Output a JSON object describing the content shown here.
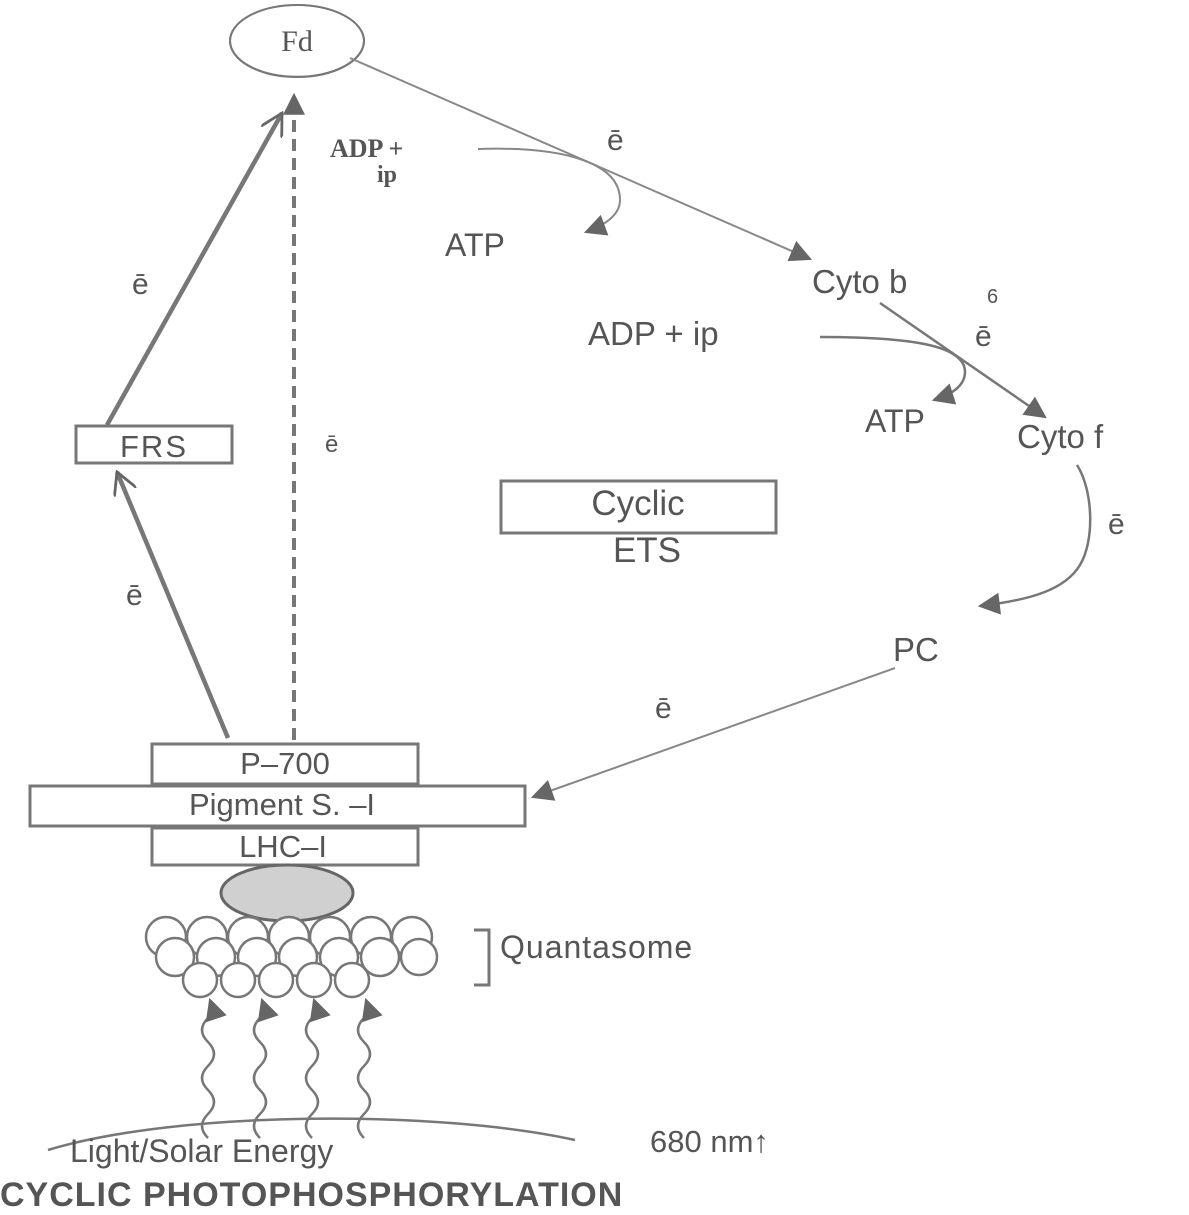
{
  "diagram": {
    "nodes": {
      "fd": "Fd",
      "adp_ip_top_1": "ADP +",
      "adp_ip_top_2": "ip",
      "atp_top": "ATP",
      "cyto_b6_base": "Cyto b",
      "cyto_b6_sub": "6",
      "adp_ip_mid": "ADP + ip",
      "atp_mid": "ATP",
      "cyto_f": "Cyto f",
      "frs": "FRS",
      "cyclic_ets_1": "Cyclic",
      "cyclic_ets_2": "ETS",
      "pc": "PC",
      "p700": "P–700",
      "pigment_system": "Pigment S. –I",
      "lhc": "LHC–I",
      "quantasome": "Quantasome",
      "light_source": "Light/Solar Energy",
      "wavelength": "680 nm↑"
    },
    "electron_label": "ē",
    "title": "CYCLIC PHOTOPHOSPHORYLATION"
  },
  "colors": {
    "ink": "#555555",
    "shaded_core": "#d0d0d0"
  }
}
